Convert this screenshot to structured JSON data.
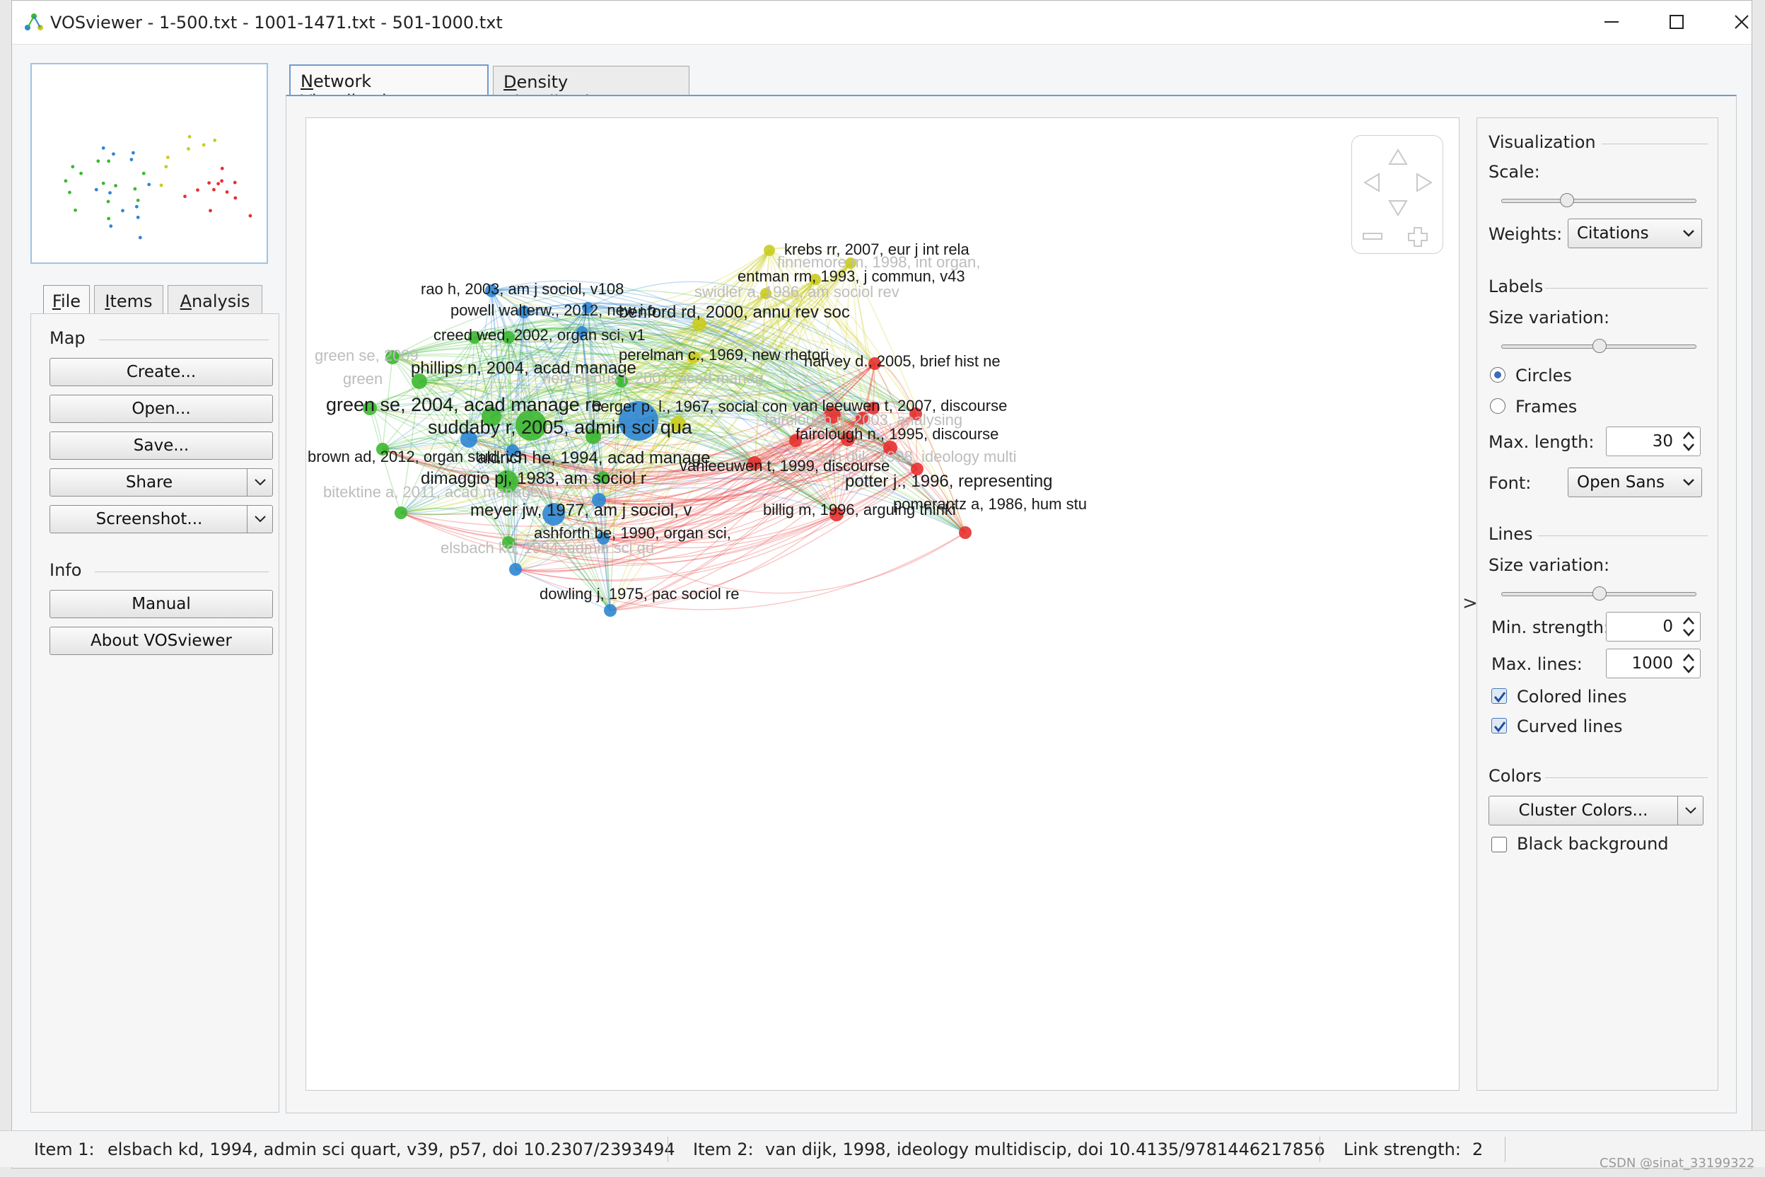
{
  "window": {
    "title": "VOSviewer - 1-500.txt - 1001-1471.txt - 501-1000.txt"
  },
  "left_tabs": [
    {
      "pre": "",
      "key": "F",
      "post": "ile"
    },
    {
      "pre": "",
      "key": "I",
      "post": "tems"
    },
    {
      "pre": "",
      "key": "A",
      "post": "nalysis"
    }
  ],
  "file_panel": {
    "map_heading": "Map",
    "buttons": [
      "Create...",
      "Open...",
      "Save...",
      "Share",
      "Screenshot..."
    ],
    "info_heading": "Info",
    "info_buttons": [
      "Manual",
      "About VOSviewer"
    ]
  },
  "main_tabs": [
    {
      "pre": "",
      "key": "N",
      "post": "etwork Visualization"
    },
    {
      "pre": "",
      "key": "D",
      "post": "ensity Visualization"
    }
  ],
  "collapse_arrow": ">",
  "right_panel": {
    "visualization_heading": "Visualization",
    "scale_label": "Scale:",
    "scale_value": 0.32,
    "weights_label": "Weights:",
    "weights_value": "Citations",
    "labels_heading": "Labels",
    "size_variation_label": "Size variation:",
    "label_size_variation": 0.5,
    "circles_label": "Circles",
    "frames_label": "Frames",
    "max_length_label": "Max. length:",
    "max_length_value": "30",
    "font_label": "Font:",
    "font_value": "Open Sans",
    "lines_heading": "Lines",
    "line_size_variation_label": "Size variation:",
    "line_size_variation": 0.5,
    "min_strength_label": "Min. strength:",
    "min_strength_value": "0",
    "max_lines_label": "Max. lines:",
    "max_lines_value": "1000",
    "colored_lines_label": "Colored lines",
    "curved_lines_label": "Curved lines",
    "colors_heading": "Colors",
    "cluster_colors_button": "Cluster Colors...",
    "black_background_label": "Black background"
  },
  "status_bar": {
    "item1_label": "Item 1:",
    "item1_value": "elsbach kd, 1994, admin sci quart, v39, p57, doi 10.2307/2393494",
    "item2_label": "Item 2:",
    "item2_value": "van dijk, 1998, ideology multidiscip, doi 10.4135/9781446217856",
    "link_strength_label": "Link strength:",
    "link_strength_value": "2"
  },
  "watermark": "CSDN @sinat_33199322",
  "colors": {
    "green": "#3cb832",
    "blue": "#2f86d4",
    "yellow": "#c9cc1e",
    "red": "#e83030"
  },
  "network_labels": [
    {
      "text": "krebs rr, 2007, eur j int rela",
      "faded": false
    },
    {
      "text": "finnemore m, 1998, int organ,",
      "faded": true
    },
    {
      "text": "entman rm, 1993, j commun, v43",
      "faded": false
    },
    {
      "text": "swidler a, 1986, am sociol rev",
      "faded": true
    },
    {
      "text": "rao h, 2003, am j sociol, v108",
      "faded": false
    },
    {
      "text": "powell walterw., 2012, new i o",
      "faded": false
    },
    {
      "text": "benford rd, 2000, annu rev soc",
      "faded": false
    },
    {
      "text": "creed wed, 2002, organ sci, v1",
      "faded": false
    },
    {
      "text": "green se, 2009",
      "faded": true
    },
    {
      "text": "perelman c., 1969, new rhetori",
      "faded": false
    },
    {
      "text": "harvey d., 2005, brief hist ne",
      "faded": false
    },
    {
      "text": "phillips n, 2004, acad manage",
      "faded": false
    },
    {
      "text": "heracleous l, 2001, acad manag",
      "faded": true
    },
    {
      "text": "green",
      "faded": true
    },
    {
      "text": "green se, 2004, acad manage re",
      "faded": false
    },
    {
      "text": "berger p. l., 1967, social con",
      "faded": false
    },
    {
      "text": "van leeuwen t, 2007, discourse",
      "faded": false
    },
    {
      "text": "fairclough n, 2003, analysing",
      "faded": true
    },
    {
      "text": "suddaby r, 2005, admin sci qua",
      "faded": false
    },
    {
      "text": "fairclough n., 1995, discourse",
      "faded": false
    },
    {
      "text": "brown ad, 2012, organ stud, v3",
      "faded": false
    },
    {
      "text": "aldrich he, 1994, acad manage",
      "faded": false
    },
    {
      "text": "van dijk, 1998, ideology multi",
      "faded": true
    },
    {
      "text": "vanleeuwen t, 1999, discourse",
      "faded": false
    },
    {
      "text": "dimaggio pj, 1983, am sociol r",
      "faded": false
    },
    {
      "text": "potter j., 1996, representing",
      "faded": false
    },
    {
      "text": "bitektine a, 2011, acad manage",
      "faded": true
    },
    {
      "text": "pomerantz a, 1986, hum stu",
      "faded": false
    },
    {
      "text": "billig m, 1996, arguing thinki",
      "faded": false
    },
    {
      "text": "meyer jw, 1977, am j sociol, v",
      "faded": false
    },
    {
      "text": "ashforth be, 1990, organ sci,",
      "faded": false
    },
    {
      "text": "elsbach kd, 1994, admin sci qu",
      "faded": true
    },
    {
      "text": "dowling j, 1975, pac sociol re",
      "faded": false
    }
  ]
}
